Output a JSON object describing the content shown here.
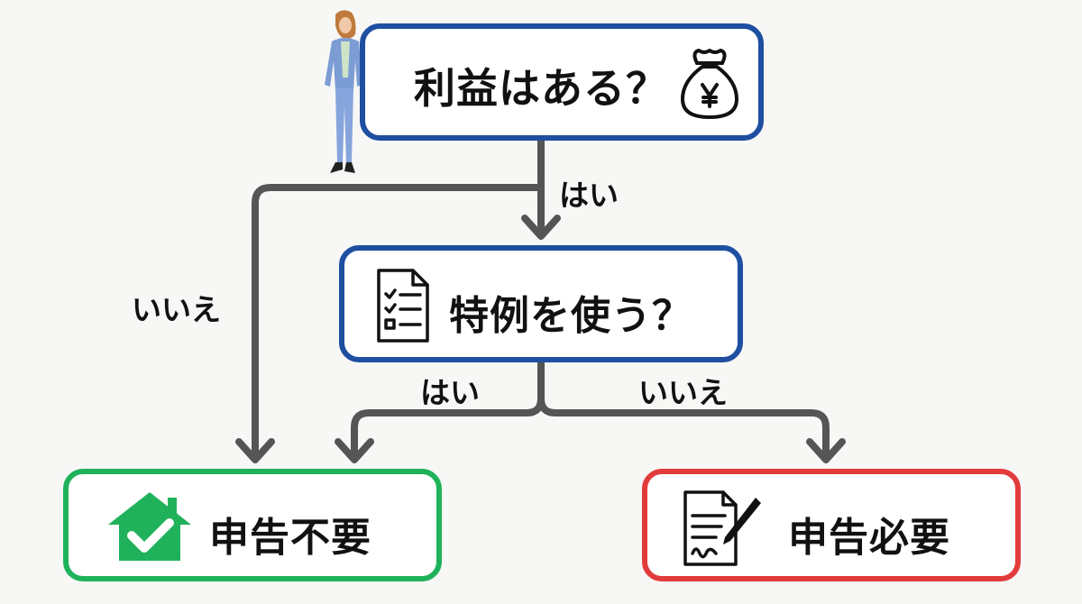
{
  "diagram": {
    "question_profit": "利益はある？",
    "question_special": "特例を使う？",
    "result_not_required": "申告不要",
    "result_required": "申告必要",
    "edge_yes_1": "はい",
    "edge_no_1": "いいえ",
    "edge_yes_2": "はい",
    "edge_no_2": "いいえ"
  },
  "colors": {
    "question_border": "#1e4fa0",
    "not_required_border": "#1fb25a",
    "required_border": "#e23b3b",
    "connector": "#555555"
  },
  "icons": [
    "money-bag-yen-icon",
    "checklist-document-icon",
    "house-check-icon",
    "document-signature-icon",
    "person-illustration"
  ]
}
